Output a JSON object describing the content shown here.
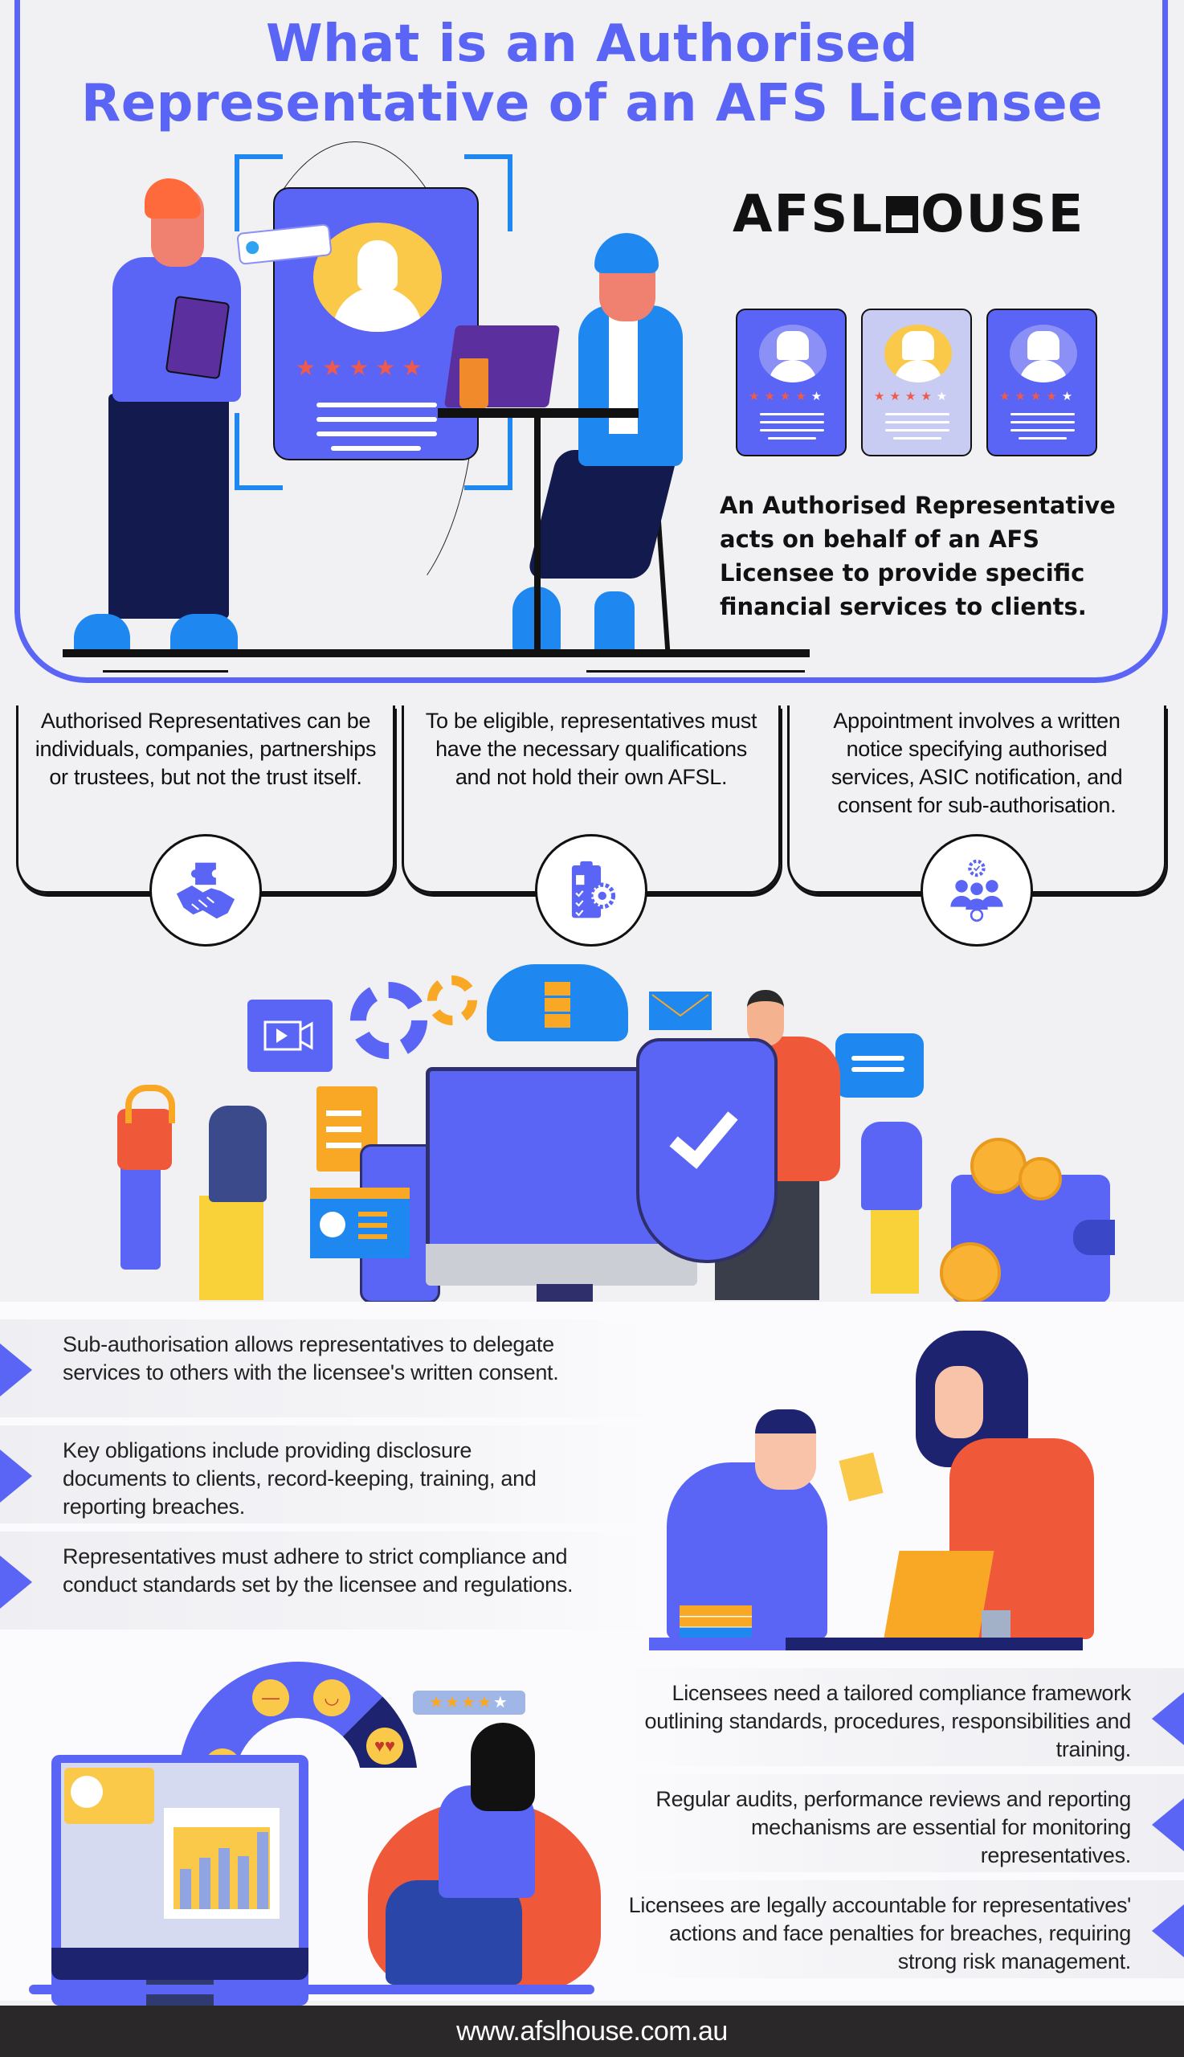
{
  "header": {
    "title_line1": "What is an Authorised",
    "title_line2": "Representative of an AFS Licensee",
    "accent_color": "#5a64f5"
  },
  "brand": {
    "logo_prefix": "AFSL",
    "logo_suffix": "OUSE",
    "logo_full": "AFSLHOUSE"
  },
  "hero": {
    "description": "An Authorised Representative acts on behalf of an AFS Licensee to provide specific financial services to clients.",
    "profile_rating_stars": 5,
    "mini_cards": [
      {
        "style": "blue",
        "rating": "3.5 of 5"
      },
      {
        "style": "light",
        "rating": "4 of 5"
      },
      {
        "style": "blue",
        "rating": "3.5 of 5"
      }
    ]
  },
  "info_cards": [
    {
      "text": "Authorised Representatives can be individuals, companies, partnerships or trustees, but not the trust itself.",
      "icon": "handshake-puzzle-icon"
    },
    {
      "text": "To be eligible, representatives must have the necessary qualifications and not hold their own AFSL.",
      "icon": "clipboard-gear-checklist-icon"
    },
    {
      "text": "Appointment involves a written notice specifying authorised services, ASIC notification, and consent for sub-authorisation.",
      "icon": "team-gear-icon"
    }
  ],
  "left_bullets": [
    {
      "text": "Sub-authorisation allows representatives to delegate services to others with the licensee's written consent."
    },
    {
      "text": "Key obligations include providing disclosure documents to clients, record-keeping, training, and reporting breaches."
    },
    {
      "text": "Representatives must adhere to strict compliance and conduct standards set by the licensee and regulations."
    }
  ],
  "right_bullets": [
    {
      "text": "Licensees need a tailored compliance framework outlining standards, procedures, responsibilities and training."
    },
    {
      "text": "Regular audits, performance reviews and reporting mechanisms are essential for monitoring representatives."
    },
    {
      "text": "Licensees are legally accountable for representatives' actions and face penalties for breaches, requiring strong risk management."
    }
  ],
  "illustrations": {
    "gauge_emojis": [
      "angry",
      "neutral",
      "smile",
      "heart-eyes"
    ],
    "rating_bubble": "★★★★",
    "rating_bubble_empty": "★"
  },
  "footer": {
    "website": "www.afslhouse.com.au",
    "background": "#2a2829"
  }
}
